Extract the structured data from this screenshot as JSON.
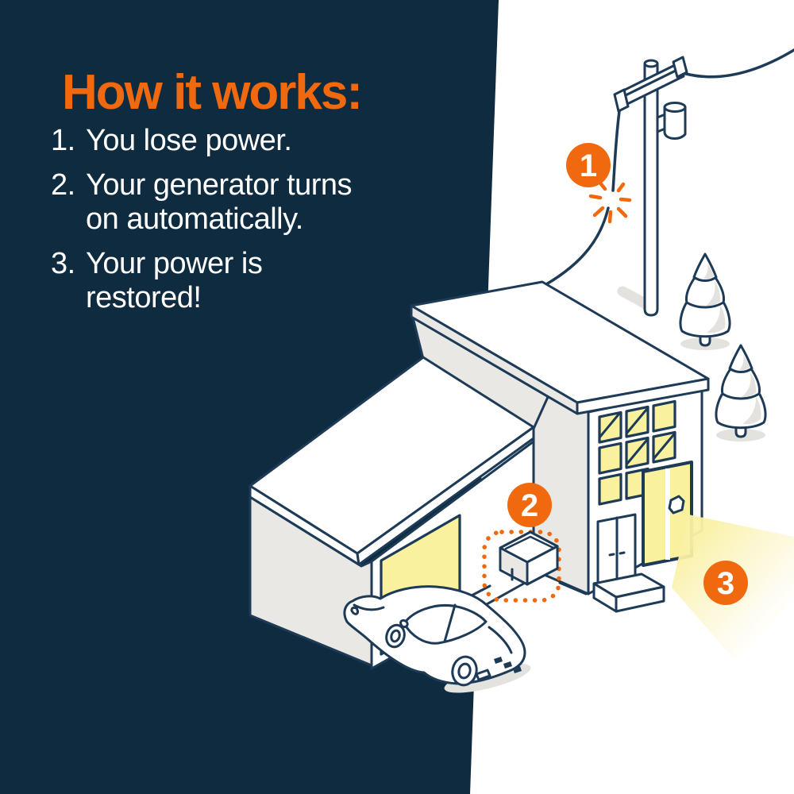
{
  "colors": {
    "navy": "#0F2B40",
    "orange": "#F1690F",
    "outline": "#1D3A57",
    "window_yellow": "#FAF19E",
    "beam_yellow": "#FAF1A6",
    "light_gray": "#E9E8E4",
    "shadow_gray": "#E3E2DE",
    "white": "#FFFFFF"
  },
  "panel": {
    "heading": "How it works:",
    "steps": [
      {
        "num": "1.",
        "lines": [
          "You lose power.",
          ""
        ]
      },
      {
        "num": "2.",
        "lines": [
          "Your generator turns",
          "on automatically."
        ]
      },
      {
        "num": "3.",
        "lines": [
          "Your power is",
          "restored!"
        ]
      }
    ]
  },
  "illustration": {
    "badges": [
      {
        "label": "1"
      },
      {
        "label": "2"
      },
      {
        "label": "3"
      }
    ]
  }
}
